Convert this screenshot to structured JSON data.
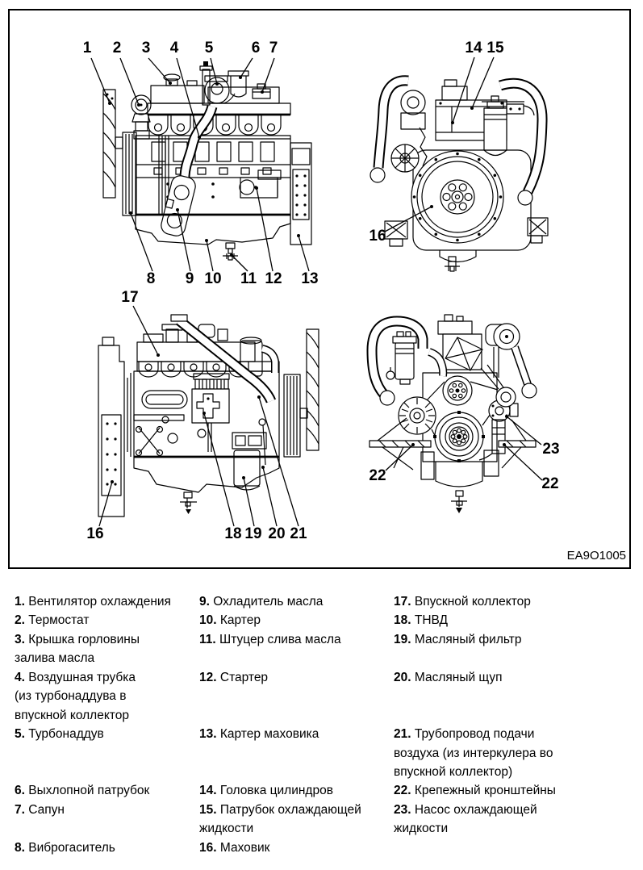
{
  "figure": {
    "code": "EA9O1005",
    "views": [
      {
        "name": "engine-left-side-view",
        "callouts": [
          "1",
          "2",
          "3",
          "4",
          "5",
          "6",
          "7",
          "8",
          "9",
          "10",
          "11",
          "12",
          "13"
        ]
      },
      {
        "name": "engine-rear-view",
        "callouts": [
          "14",
          "15",
          "16"
        ]
      },
      {
        "name": "engine-right-side-view",
        "callouts": [
          "17",
          "16",
          "18",
          "19",
          "20",
          "21"
        ]
      },
      {
        "name": "engine-front-view",
        "callouts": [
          "23",
          "22",
          "22"
        ]
      }
    ]
  },
  "legend": {
    "columns": [
      {
        "lines": [
          {
            "n": "1.",
            "t": "Вентилятор охлаждения"
          },
          {
            "n": "2.",
            "t": "Термостат"
          },
          {
            "n": "3.",
            "t": "Крышка горловины"
          },
          {
            "n": "",
            "t": "залива масла"
          },
          {
            "n": "4.",
            "t": "Воздушная трубка"
          },
          {
            "n": "",
            "t": "(из турбонаддува в"
          },
          {
            "n": "",
            "t": "впускной коллектор"
          },
          {
            "n": "5.",
            "t": "Турбонаддув"
          },
          {
            "n": "",
            "t": ""
          },
          {
            "n": "",
            "t": ""
          },
          {
            "n": "6.",
            "t": "Выхлопной патрубок"
          },
          {
            "n": "7.",
            "t": "Сапун"
          },
          {
            "n": "",
            "t": ""
          },
          {
            "n": "8.",
            "t": "Виброгаситель"
          }
        ]
      },
      {
        "lines": [
          {
            "n": "9.",
            "t": "Охладитель масла"
          },
          {
            "n": "10.",
            "t": "Картер"
          },
          {
            "n": "11.",
            "t": "Штуцер слива масла"
          },
          {
            "n": "",
            "t": ""
          },
          {
            "n": "12.",
            "t": "Стартер"
          },
          {
            "n": "",
            "t": ""
          },
          {
            "n": "",
            "t": ""
          },
          {
            "n": "13.",
            "t": "Картер маховика"
          },
          {
            "n": "",
            "t": ""
          },
          {
            "n": "",
            "t": ""
          },
          {
            "n": "14.",
            "t": "Головка цилиндров"
          },
          {
            "n": "15.",
            "t": "Патрубок охлаждающей"
          },
          {
            "n": "",
            "t": "жидкости"
          },
          {
            "n": "16.",
            "t": "Маховик"
          }
        ]
      },
      {
        "lines": [
          {
            "n": "17.",
            "t": "Впускной коллектор"
          },
          {
            "n": "18.",
            "t": "ТНВД"
          },
          {
            "n": "19.",
            "t": "Масляный фильтр"
          },
          {
            "n": "",
            "t": ""
          },
          {
            "n": "20.",
            "t": "Масляный щуп"
          },
          {
            "n": "",
            "t": ""
          },
          {
            "n": "",
            "t": ""
          },
          {
            "n": "21.",
            "t": "Трубопровод подачи"
          },
          {
            "n": "",
            "t": "воздуха (из интеркулера во"
          },
          {
            "n": "",
            "t": "впускной коллектор)"
          },
          {
            "n": "22.",
            "t": "Крепежный кронштейны"
          },
          {
            "n": "23.",
            "t": "Насос охлаждающей"
          },
          {
            "n": "",
            "t": "жидкости"
          },
          {
            "n": "",
            "t": ""
          }
        ]
      }
    ]
  }
}
